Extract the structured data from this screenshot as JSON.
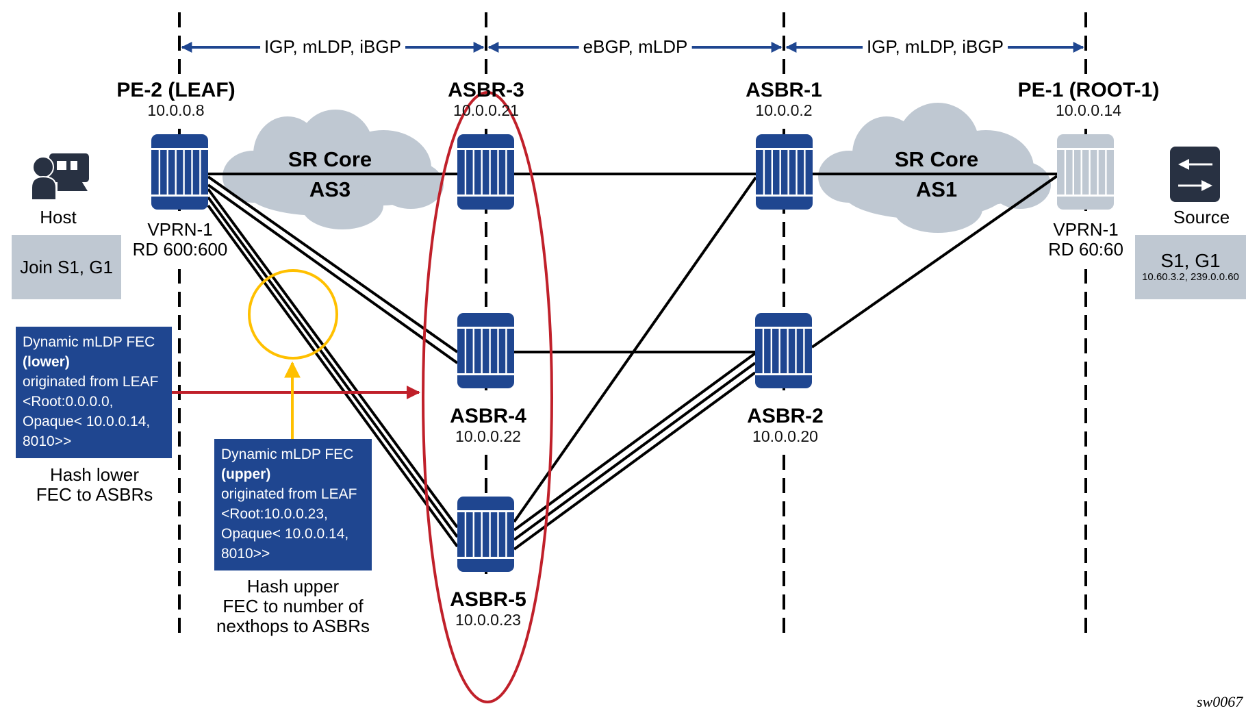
{
  "protocols": [
    {
      "label": "IGP, mLDP, iBGP"
    },
    {
      "label": "eBGP, mLDP"
    },
    {
      "label": "IGP, mLDP, iBGP"
    }
  ],
  "nodes": {
    "pe2": {
      "name": "PE-2 (LEAF)",
      "ip": "10.0.0.8",
      "vprn": "VPRN-1",
      "rd": "RD 600:600"
    },
    "asbr3": {
      "name": "ASBR-3",
      "ip": "10.0.0.21"
    },
    "asbr1": {
      "name": "ASBR-1",
      "ip": "10.0.0.2"
    },
    "pe1": {
      "name": "PE-1 (ROOT-1)",
      "ip": "10.0.0.14",
      "vprn": "VPRN-1",
      "rd": "RD 60:60"
    },
    "asbr4": {
      "name": "ASBR-4",
      "ip": "10.0.0.22"
    },
    "asbr2": {
      "name": "ASBR-2",
      "ip": "10.0.0.20"
    },
    "asbr5": {
      "name": "ASBR-5",
      "ip": "10.0.0.23"
    }
  },
  "clouds": [
    {
      "line1": "SR Core",
      "line2": "AS3"
    },
    {
      "line1": "SR Core",
      "line2": "AS1"
    }
  ],
  "host": {
    "label": "Host",
    "icon": "host-user-terminal-icon",
    "box": "Join S1, G1"
  },
  "source": {
    "label": "Source",
    "icon": "switch-arrows-icon",
    "box_title": "S1, G1",
    "box_detail": "10.60.3.2, 239.0.0.60"
  },
  "fec_lower": {
    "line1": "Dynamic mLDP FEC",
    "line2": "(lower)",
    "line3": "originated from LEAF",
    "line4": "<Root:0.0.0.0,",
    "line5": "Opaque< 10.0.0.14,",
    "line6": "8010>>",
    "caption1": "Hash lower",
    "caption2": "FEC to ASBRs"
  },
  "fec_upper": {
    "line1": "Dynamic mLDP FEC",
    "line2": "(upper)",
    "line3": "originated from LEAF",
    "line4": "<Root:10.0.0.23,",
    "line5": "Opaque< 10.0.0.14,",
    "line6": "8010>>",
    "caption1": "Hash upper",
    "caption2": "FEC to number of",
    "caption3": "nexthops to ASBRs"
  },
  "figure_id": "sw0067",
  "colors": {
    "router": "#1F4690",
    "router_inactive": "#BFC8D2",
    "cloud": "#BFC8D2",
    "protocol_arrow": "#1F4690",
    "highlight_ellipse": "#C0202A",
    "fec_arrow": "#C0202A",
    "hash_marker": "#FFC000",
    "icon": "#283142"
  }
}
